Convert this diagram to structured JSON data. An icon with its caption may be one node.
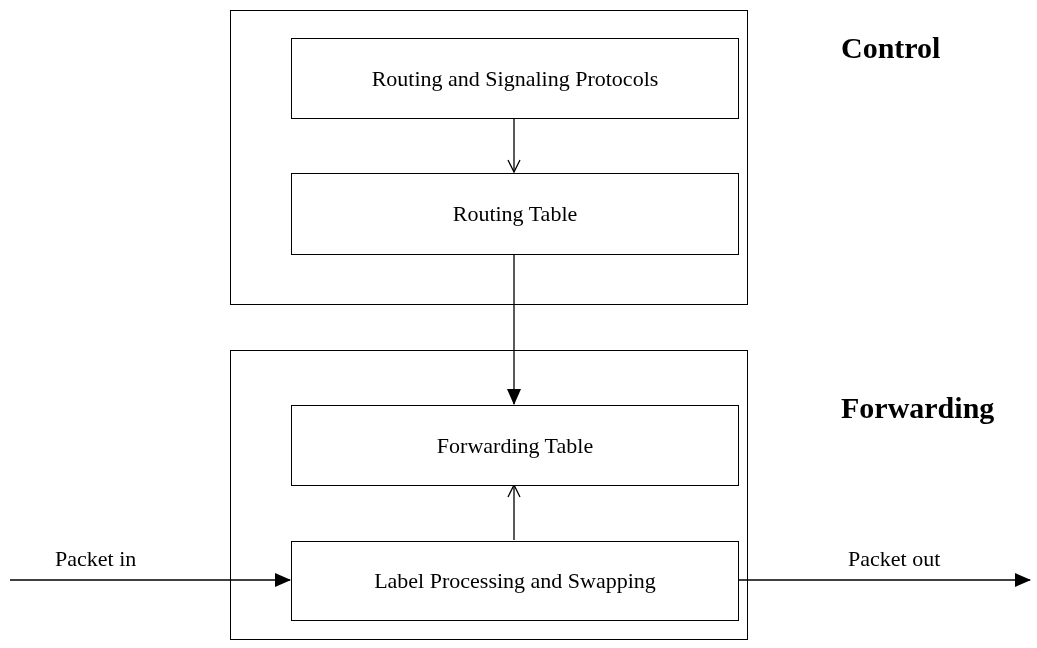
{
  "diagram": {
    "nodes": [
      {
        "text": [
          "Control"
        ]
      },
      {
        "text": [
          "Routing and Signaling Protocols"
        ],
        "in": 0
      },
      {
        "text": [
          "Routing Table"
        ],
        "in": 0
      },
      {
        "text": [
          "Forwarding"
        ]
      },
      {
        "text": [
          "Forwarding Table"
        ],
        "in": 3
      },
      {
        "text": [
          "Label Processing and Swapping"
        ],
        "in": 3
      }
    ],
    "edges": [
      {
        "from": 1,
        "to": 2,
        "arrow": "to"
      },
      {
        "from": 2,
        "to": 4,
        "arrow": "to"
      },
      {
        "from": 5,
        "to": 4,
        "arrow": "to"
      },
      {
        "from": null,
        "to": 5,
        "arrow": "to",
        "label": "Packet in"
      },
      {
        "from": 5,
        "to": null,
        "arrow": "to",
        "label": "Packet out"
      }
    ]
  }
}
